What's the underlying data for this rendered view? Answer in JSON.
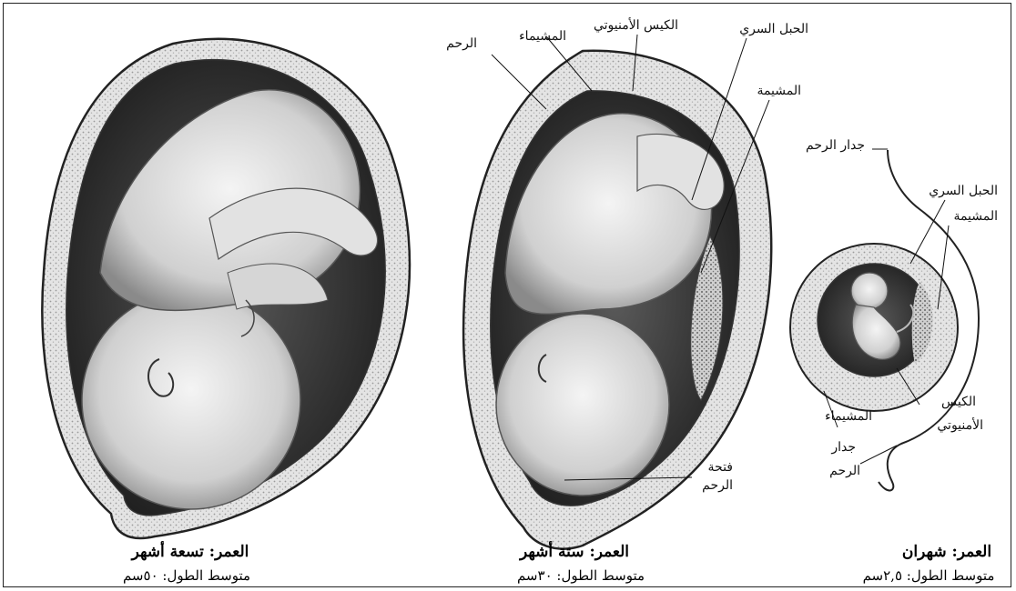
{
  "panels": [
    {
      "id": "nine",
      "title": "العمر: تسعة أشهر",
      "subtitle": "متوسط الطول: ٥٠سم"
    },
    {
      "id": "six",
      "title": "العمر: ستة أشهر",
      "subtitle": "متوسط الطول: ٣٠سم"
    },
    {
      "id": "two",
      "title": "العمر: شهران",
      "subtitle": "متوسط الطول: ٢,٥سم"
    }
  ],
  "labels": {
    "six": {
      "uterus": "الرحم",
      "chorion": "المشيماء",
      "amnion": "الكيس الأمنيوتي",
      "cord": "الحبل السري",
      "placenta": "المشيمة",
      "cervix_1": "فتحة",
      "cervix_2": "الرحم"
    },
    "two": {
      "wall_top": "جدار الرحم",
      "cord": "الحبل السري",
      "placenta": "المشيمة",
      "amnion_1": "الكيس",
      "amnion_2": "الأمنيوتي",
      "chorion": "المشيماء",
      "wall_bottom_1": "جدار",
      "wall_bottom_2": "الرحم"
    }
  }
}
